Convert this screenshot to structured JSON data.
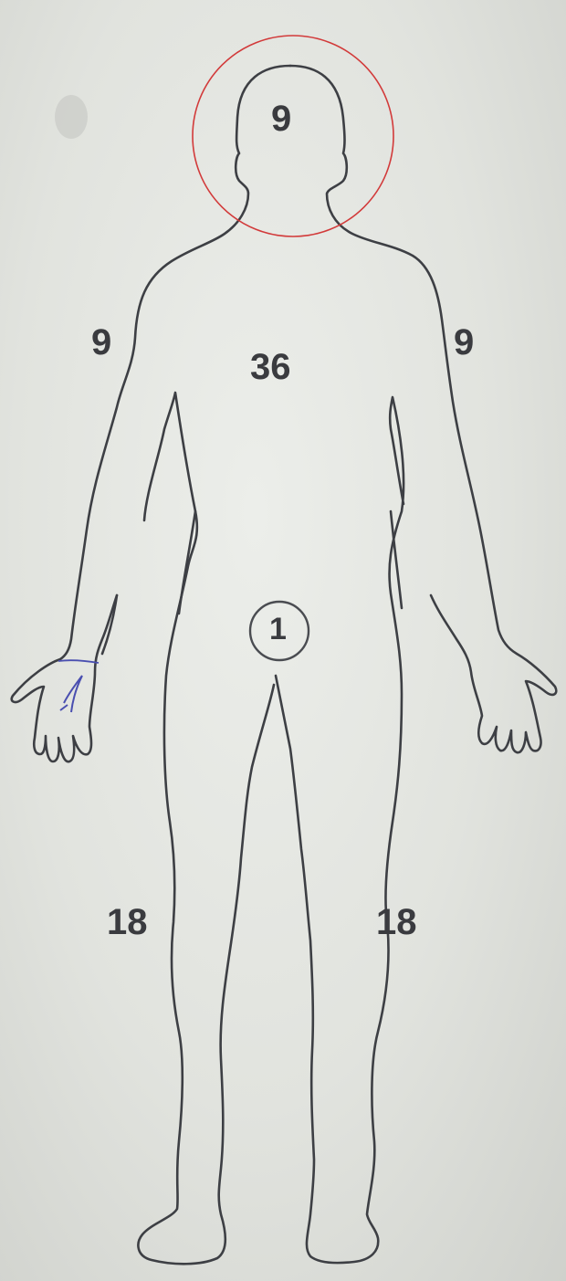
{
  "diagram": {
    "regions": {
      "head": "9",
      "right_arm": "9",
      "left_arm": "9",
      "trunk": "36",
      "genitalia": "1",
      "right_leg": "18",
      "left_leg": "18"
    },
    "colors": {
      "outline": "#3d3f44",
      "label": "#3a3b3f",
      "highlight_circle": "#d23a3a",
      "pen_mark": "#4a4fb0",
      "paper": "#e4e6e1"
    }
  }
}
